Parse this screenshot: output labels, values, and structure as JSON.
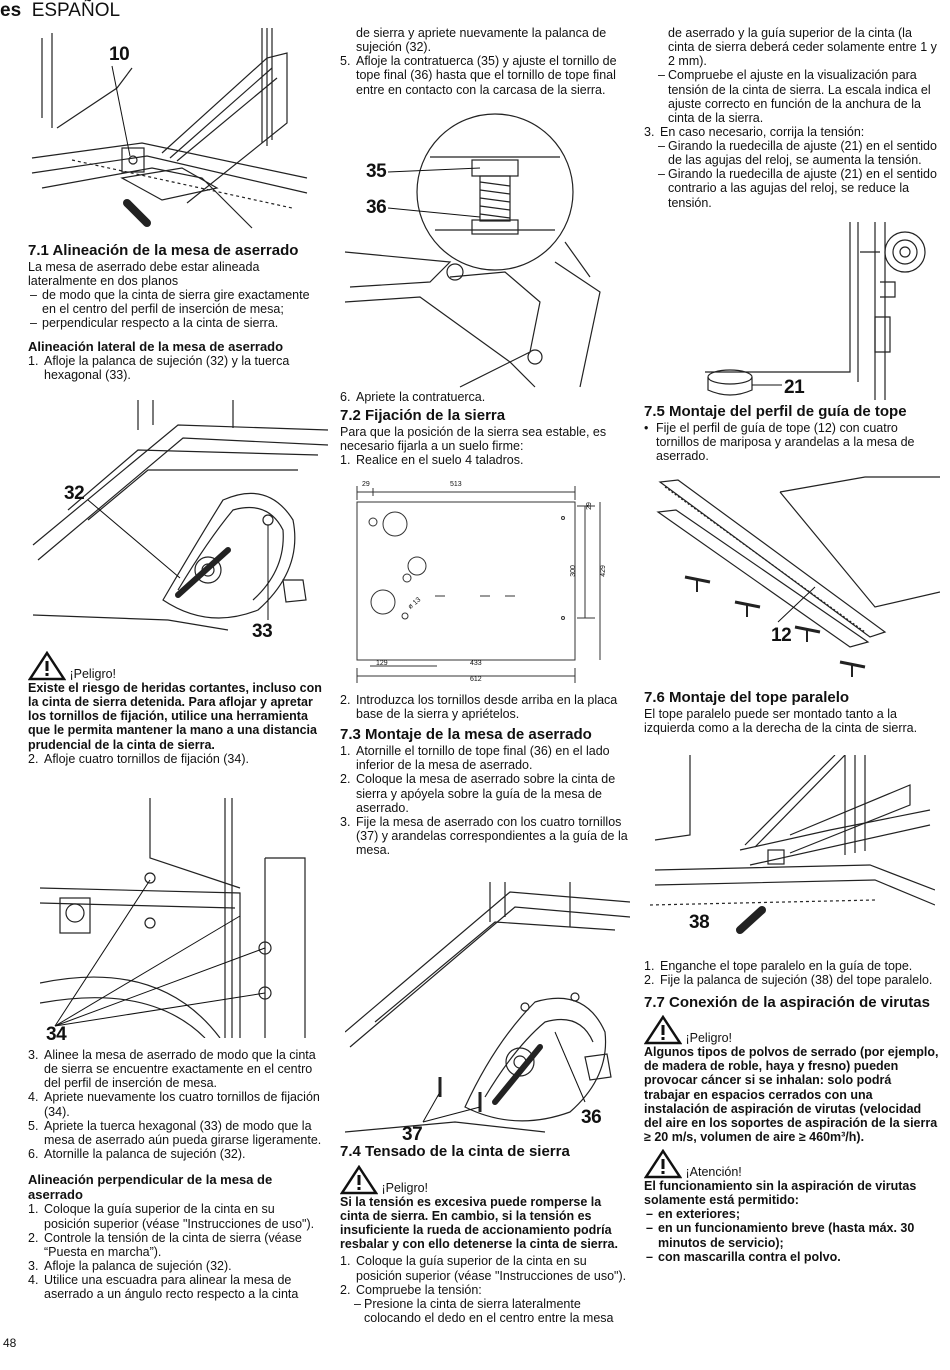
{
  "header": {
    "lang": "es",
    "title": "ESPAÑOL"
  },
  "page_number": "48",
  "callouts": {
    "c10": "10",
    "c35": "35",
    "c36": "36",
    "c21": "21",
    "c32": "32",
    "c33": "33",
    "c12": "12",
    "c34": "34",
    "c37": "37",
    "c36b": "36",
    "c38": "38"
  },
  "col1": {
    "s71_title": "7.1  Alineación de la mesa de aserrado",
    "s71_intro": "La mesa de aserrado debe estar alineada lateralmente en dos planos",
    "s71_d1": "de modo que la cinta de sierra gire exactamente en el centro del perfil de inserción de mesa;",
    "s71_d2": "perpendicular respecto a la cinta de sierra.",
    "lat_title": "Alineación lateral de la mesa de aserrado",
    "lat_1n": "1.",
    "lat_1": "Afloje la palanca de sujeción (32) y la tuerca hexagonal (33).",
    "danger_label": "¡Peligro!",
    "danger_text": "Existe el riesgo de heridas cortantes, incluso con la cinta de sierra detenida. Para aflojar y apretar los tornillos de fijación, utilice una herramienta que le permita mantener la mano a una distancia prudencial de la cinta de sierra.",
    "lat_2n": "2.",
    "lat_2": "Afloje cuatro tornillos de fijación (34).",
    "lat_3n": "3.",
    "lat_3": "Alinee la mesa de aserrado de modo que la cinta de sierra se encuentre exactamente en el centro del perfil de inserción de mesa.",
    "lat_4n": "4.",
    "lat_4": "Apriete nuevamente los cuatro tornillos de fijación (34).",
    "lat_5n": "5.",
    "lat_5": "Apriete la tuerca hexagonal (33) de modo que la mesa de aserrado aún pueda girarse ligeramente.",
    "lat_6n": "6.",
    "lat_6": "Atornille la palanca de sujeción (32).",
    "perp_title": "Alineación perpendicular de la mesa de aserrado",
    "perp_1n": "1.",
    "perp_1": "Coloque la guía superior de la cinta en su posición superior (véase \"Instrucciones de uso\").",
    "perp_2n": "2.",
    "perp_2": "Controle la tensión de la cinta de sierra (véase “Puesta en marcha”).",
    "perp_3n": "3.",
    "perp_3": "Afloje la palanca de sujeción (32).",
    "perp_4n": "4.",
    "perp_4": "Utilice una escuadra para alinear la mesa de aserrado a un ángulo recto respecto a la cinta"
  },
  "col2": {
    "cont": "de sierra y apriete nuevamente la palanca de sujeción (32).",
    "s5n": "5.",
    "s5": "Afloje la contratuerca (35) y ajuste el tornillo de tope final (36) hasta que el tornillo de tope final entre en contacto con la carcasa de la sierra.",
    "s6n": "6.",
    "s6": "Apriete la contratuerca.",
    "s72_title": "7.2  Fijación de la sierra",
    "s72_intro": "Para que la posición de la sierra sea estable, es necesario fijarla a un suelo firme:",
    "s72_1n": "1.",
    "s72_1": "Realice en el suelo 4 taladros.",
    "dims": {
      "d29": "29",
      "d513": "513",
      "d29v": "29",
      "d300": "300",
      "d429": "429",
      "d13": "ø 13",
      "d129": "129",
      "d433": "433",
      "d612": "612"
    },
    "s72_2n": "2.",
    "s72_2": "Introduzca los tornillos desde arriba en la placa base de la sierra y apriételos.",
    "s73_title": "7.3  Montaje de la mesa de aserrado",
    "s73_1n": "1.",
    "s73_1": "Atornille el tornillo de tope final (36) en el lado inferior de la mesa de aserrado.",
    "s73_2n": "2.",
    "s73_2": "Coloque la mesa de aserrado sobre la cinta de sierra y apóyela sobre la guía de la mesa de aserrado.",
    "s73_3n": "3.",
    "s73_3": "Fije la mesa de aserrado con los cuatro tornillos (37) y arandelas correspondientes a la guía de la mesa.",
    "s74_title": "7.4  Tensado de la cinta de sierra",
    "danger_label": "¡Peligro!",
    "danger_text": "Si la tensión es excesiva puede romperse la cinta de sierra. En cambio, si la tensión es insuficiente la rueda de accionamiento podría resbalar y con ello detenerse la cinta de sierra.",
    "s74_1n": "1.",
    "s74_1": "Coloque la guía superior de la cinta en su posición superior (véase \"Instrucciones de uso\").",
    "s74_2n": "2.",
    "s74_2": "Compruebe la tensión:",
    "s74_2a": "Presione la cinta de sierra lateralmente colocando el dedo en el centro entre la mesa"
  },
  "col3": {
    "cont": "de aserrado y la guía superior de la cinta (la cinta de sierra deberá ceder solamente entre 1 y 2 mm).",
    "cont_d2": "Compruebe el ajuste en la visualización para tensión de la cinta de sierra. La escala indica el ajuste correcto en función de la anchura de la cinta de la sierra.",
    "s3n": "3.",
    "s3": "En caso necesario, corrija la tensión:",
    "s3a": "Girando la ruedecilla de ajuste (21) en el sentido de las agujas del reloj, se aumenta la tensión.",
    "s3b": "Girando la ruedecilla de ajuste (21) en el sentido contrario a las agujas del reloj, se reduce la tensión.",
    "s75_title": "7.5  Montaje del perfil de guía de tope",
    "s75_b": "Fije el perfil de guía de tope (12) con cuatro tornillos de mariposa y arandelas a la mesa de aserrado.",
    "s76_title": "7.6  Montaje del tope paralelo",
    "s76_text": "El tope paralelo puede ser montado tanto a la izquierda como a la derecha de la cinta de sierra.",
    "s76_1n": "1.",
    "s76_1": "Enganche el tope paralelo en la guía de tope.",
    "s76_2n": "2.",
    "s76_2": "Fije la palanca de sujeción (38) del tope paralelo.",
    "s77_title": "7.7  Conexión de la aspiración de virutas",
    "danger_label": "¡Peligro!",
    "danger_text": "Algunos tipos de polvos de serrado (por ejemplo, de madera de roble, haya y fresno) pueden provocar cáncer si se inhalan: solo podrá trabajar en espacios cerrados con una instalación de aspiración de virutas (velocidad del aire en los soportes de aspiración de la sierra ≥ 20 m/s, volumen de aire ≥ 460m³/h).",
    "atn_label": "¡Atención!",
    "atn_text": "El funcionamiento sin la aspiración de virutas solamente está permitido:",
    "atn_d1": "en exteriores;",
    "atn_d2": "en un funcionamiento breve (hasta máx. 30 minutos de servicio);",
    "atn_d3": "con mascarilla contra el polvo."
  }
}
